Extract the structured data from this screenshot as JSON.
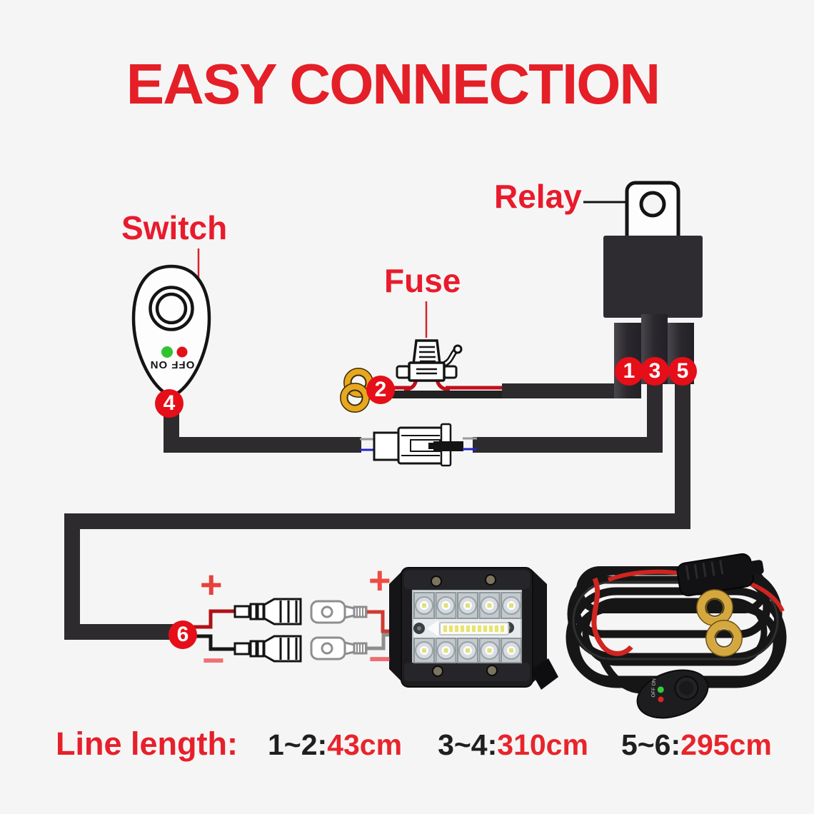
{
  "title": "EASY CONNECTION",
  "labels": {
    "switch": "Switch",
    "fuse": "Fuse",
    "relay": "Relay"
  },
  "switch_device": {
    "text": "OFF ON"
  },
  "harness": {
    "switch_text": "OFF ON"
  },
  "badges": [
    {
      "label": "1"
    },
    {
      "label": "2"
    },
    {
      "label": "3"
    },
    {
      "label": "4"
    },
    {
      "label": "5"
    },
    {
      "label": "6"
    }
  ],
  "polarity": {
    "plus": "+",
    "minus": "−"
  },
  "line_length": {
    "label": "Line length:",
    "items": [
      {
        "range": "1~2:",
        "value": "43cm"
      },
      {
        "range": "3~4:",
        "value": "310cm"
      },
      {
        "range": "5~6:",
        "value": "295cm"
      }
    ]
  },
  "colors": {
    "accent_red": "#e81b2c",
    "badge_red": "#e60e18",
    "wire_black": "#2d2b2e",
    "wire_red": "#c00f1c",
    "ring_gold": "#e7a71f"
  }
}
